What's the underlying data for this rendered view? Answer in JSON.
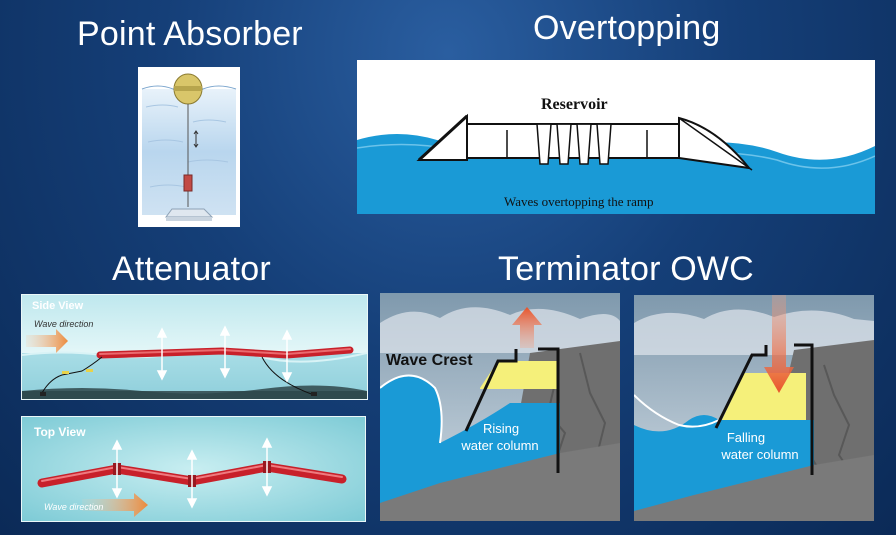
{
  "headings": {
    "point_absorber": "Point Absorber",
    "overtopping": "Overtopping",
    "attenuator": "Attenuator",
    "terminator": "Terminator OWC"
  },
  "overtopping_diagram": {
    "reservoir_label": "Reservoir",
    "caption": "Waves overtopping the ramp"
  },
  "attenuator_diagram": {
    "side_view_label": "Side View",
    "side_wave_direction": "Wave direction",
    "top_view_label": "Top View",
    "top_wave_direction": "Wave direction"
  },
  "owc_diagram": {
    "wave_crest_label": "Wave Crest",
    "rising_line1": "Rising",
    "rising_line2": "water column",
    "falling_line1": "Falling",
    "falling_line2": "water column"
  },
  "colors": {
    "background": "#153f78",
    "water": "#1a9ad6",
    "air_chamber": "#f5f07a",
    "arrow": "#e8542a",
    "pelamis": "#c8202a"
  }
}
